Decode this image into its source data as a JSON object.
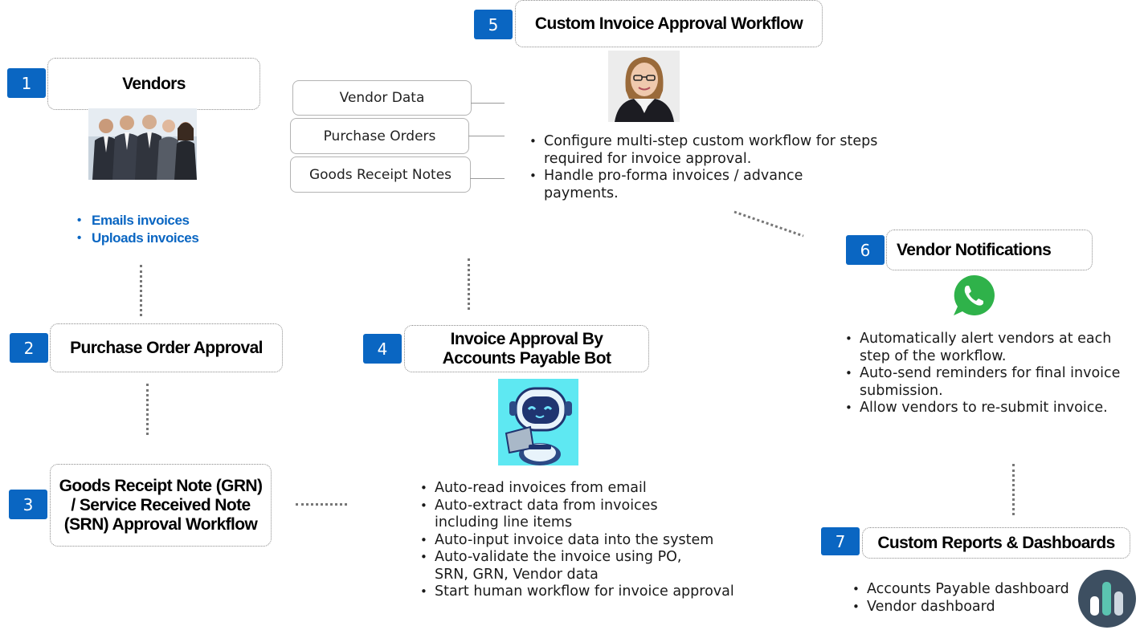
{
  "steps": {
    "s1": {
      "number": "1",
      "title": "Vendors",
      "bullets": [
        "Emails invoices",
        "Uploads invoices"
      ]
    },
    "s2": {
      "number": "2",
      "title": "Purchase Order Approval"
    },
    "s3": {
      "number": "3",
      "title": "Goods Receipt Note (GRN) / Service Received Note (SRN) Approval Workflow"
    },
    "s4": {
      "number": "4",
      "title": "Invoice Approval By Accounts Payable Bot",
      "bullets": [
        "Auto-read invoices from email",
        "Auto-extract data from invoices including line items",
        "Auto-input invoice data into the system",
        "Auto-validate the invoice using PO, SRN, GRN, Vendor data",
        "Start human workflow for invoice approval"
      ]
    },
    "s5": {
      "number": "5",
      "title": "Custom Invoice Approval Workflow",
      "bullets": [
        "Configure multi-step custom workflow for steps required for invoice approval.",
        "Handle pro-forma invoices / advance payments."
      ]
    },
    "s6": {
      "number": "6",
      "title": "Vendor Notifications",
      "bullets": [
        "Automatically alert vendors at each step of the workflow.",
        "Auto-send reminders for final invoice submission.",
        "Allow vendors to re-submit invoice."
      ]
    },
    "s7": {
      "number": "7",
      "title": "Custom Reports & Dashboards",
      "bullets": [
        "Accounts Payable dashboard",
        "Vendor dashboard"
      ]
    }
  },
  "data_sources": [
    "Vendor Data",
    "Purchase Orders",
    "Goods Receipt Notes"
  ],
  "colors": {
    "accent": "#0a66c2",
    "bot_bg": "#5ee8f2",
    "whatsapp": "#2fb24a",
    "chart_icon_bg": "#3d4f61"
  },
  "icons": {
    "vendors": "business-team-photo",
    "workflow": "businesswoman-photo",
    "bot": "robot-laptop-icon",
    "notifications": "whatsapp-icon",
    "reports": "bar-chart-icon"
  }
}
